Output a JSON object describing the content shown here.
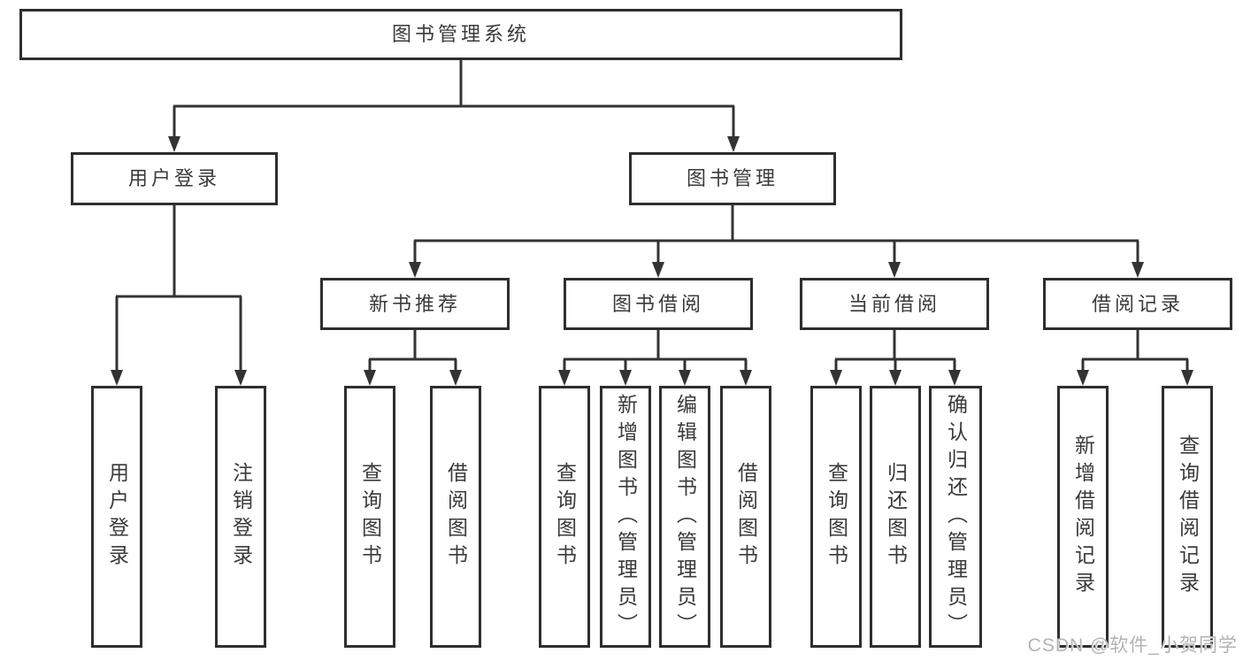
{
  "diagram": {
    "root": "图书管理系统",
    "level2": {
      "user_login": "用户登录",
      "book_mgmt": "图书管理"
    },
    "level3": {
      "new_books": "新书推荐",
      "book_borrow": "图书借阅",
      "current_borrow": "当前借阅",
      "borrow_records": "借阅记录"
    },
    "leaves": {
      "user_login": "用户登录",
      "logout": "注销登录",
      "nb_query": "查询图书",
      "nb_borrow": "借阅图书",
      "bb_query": "查询图书",
      "bb_add": "新增图书（管理员）",
      "bb_edit": "编辑图书（管理员）",
      "bb_borrow": "借阅图书",
      "cb_query": "查询图书",
      "cb_return": "归还图书",
      "cb_confirm": "确认归还（管理员）",
      "br_add": "新增借阅记录",
      "br_query": "查询借阅记录"
    }
  },
  "watermark": "CSDN @软件_小贺同学",
  "colors": {
    "line": "#333333",
    "text": "#3a3a3a",
    "watermark": "#b3b3b3"
  }
}
